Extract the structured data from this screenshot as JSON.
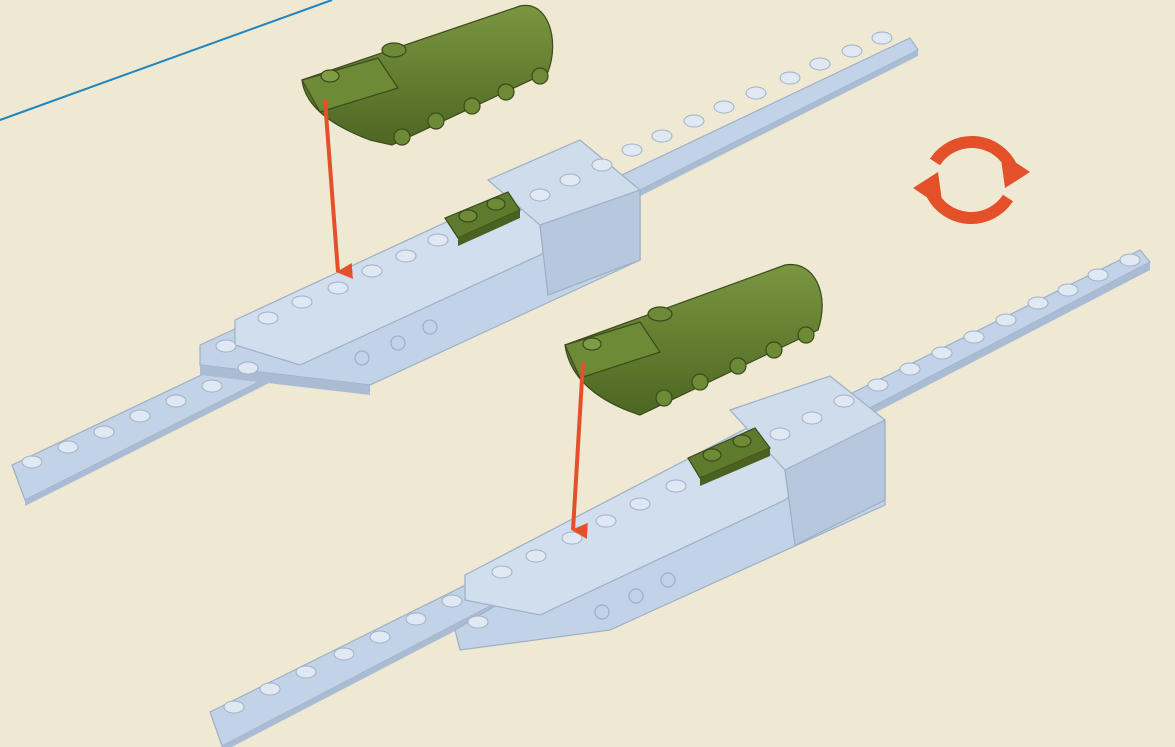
{
  "page": {
    "background_color": "#efe8d3",
    "guide_line_color": "#1f86c0"
  },
  "palette": {
    "plate_color": "#c3d3e7",
    "plate_shadow": "#a9bcd3",
    "brick_green": "#5e7a2c",
    "brick_green_dark": "#4a6121",
    "arrow_color": "#e4502a"
  },
  "steps": [
    {
      "label": "",
      "parts": [
        "light-blue-tapered-wing-assembly",
        "olive-green-curved-engine-pod",
        "olive-green-1x2-plate"
      ],
      "action": "attach-down-arrow"
    },
    {
      "label": "",
      "parts": [
        "light-blue-tapered-wing-assembly",
        "olive-green-curved-engine-pod",
        "olive-green-1x2-plate"
      ],
      "action": "attach-down-arrow"
    }
  ],
  "rotate_indicator": {
    "icon": "rotate-model-icon",
    "meaning": "rotate model"
  }
}
